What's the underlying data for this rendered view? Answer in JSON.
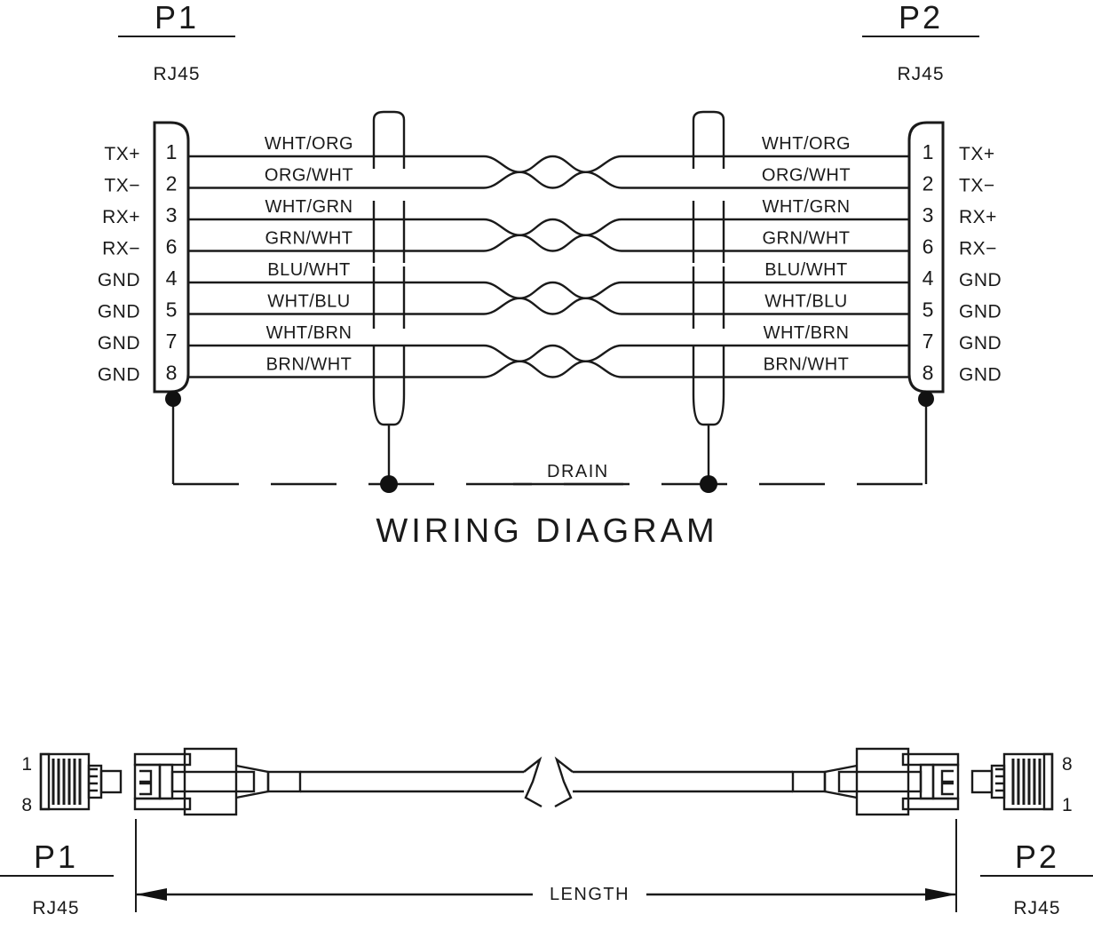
{
  "document": {
    "title": "WIRING  DIAGRAM",
    "drain_label": "DRAIN",
    "length_label": "LENGTH"
  },
  "connectors": {
    "p1": {
      "name": "P1",
      "type": "RJ45"
    },
    "p2": {
      "name": "P2",
      "type": "RJ45"
    }
  },
  "wiring": {
    "rows": [
      {
        "signal_left": "TX+",
        "pin_left": "1",
        "wire": "WHT/ORG",
        "pin_right": "1",
        "signal_right": "TX+"
      },
      {
        "signal_left": "TX−",
        "pin_left": "2",
        "wire": "ORG/WHT",
        "pin_right": "2",
        "signal_right": "TX−"
      },
      {
        "signal_left": "RX+",
        "pin_left": "3",
        "wire": "WHT/GRN",
        "pin_right": "3",
        "signal_right": "RX+"
      },
      {
        "signal_left": "RX−",
        "pin_left": "6",
        "wire": "GRN/WHT",
        "pin_right": "6",
        "signal_right": "RX−"
      },
      {
        "signal_left": "GND",
        "pin_left": "4",
        "wire": "BLU/WHT",
        "pin_right": "4",
        "signal_right": "GND"
      },
      {
        "signal_left": "GND",
        "pin_left": "5",
        "wire": "WHT/BLU",
        "pin_right": "5",
        "signal_right": "GND"
      },
      {
        "signal_left": "GND",
        "pin_left": "7",
        "wire": "WHT/BRN",
        "pin_right": "7",
        "signal_right": "GND"
      },
      {
        "signal_left": "GND",
        "pin_left": "8",
        "wire": "BRN/WHT",
        "pin_right": "8",
        "signal_right": "GND"
      }
    ]
  },
  "assembly": {
    "p1_endview": {
      "top_pin": "1",
      "bottom_pin": "8"
    },
    "p2_endview": {
      "top_pin": "8",
      "bottom_pin": "1"
    },
    "p1_caption": {
      "name": "P1",
      "type": "RJ45"
    },
    "p2_caption": {
      "name": "P2",
      "type": "RJ45"
    }
  },
  "colors": {
    "line": "#1a1a1a",
    "background": "#ffffff"
  }
}
